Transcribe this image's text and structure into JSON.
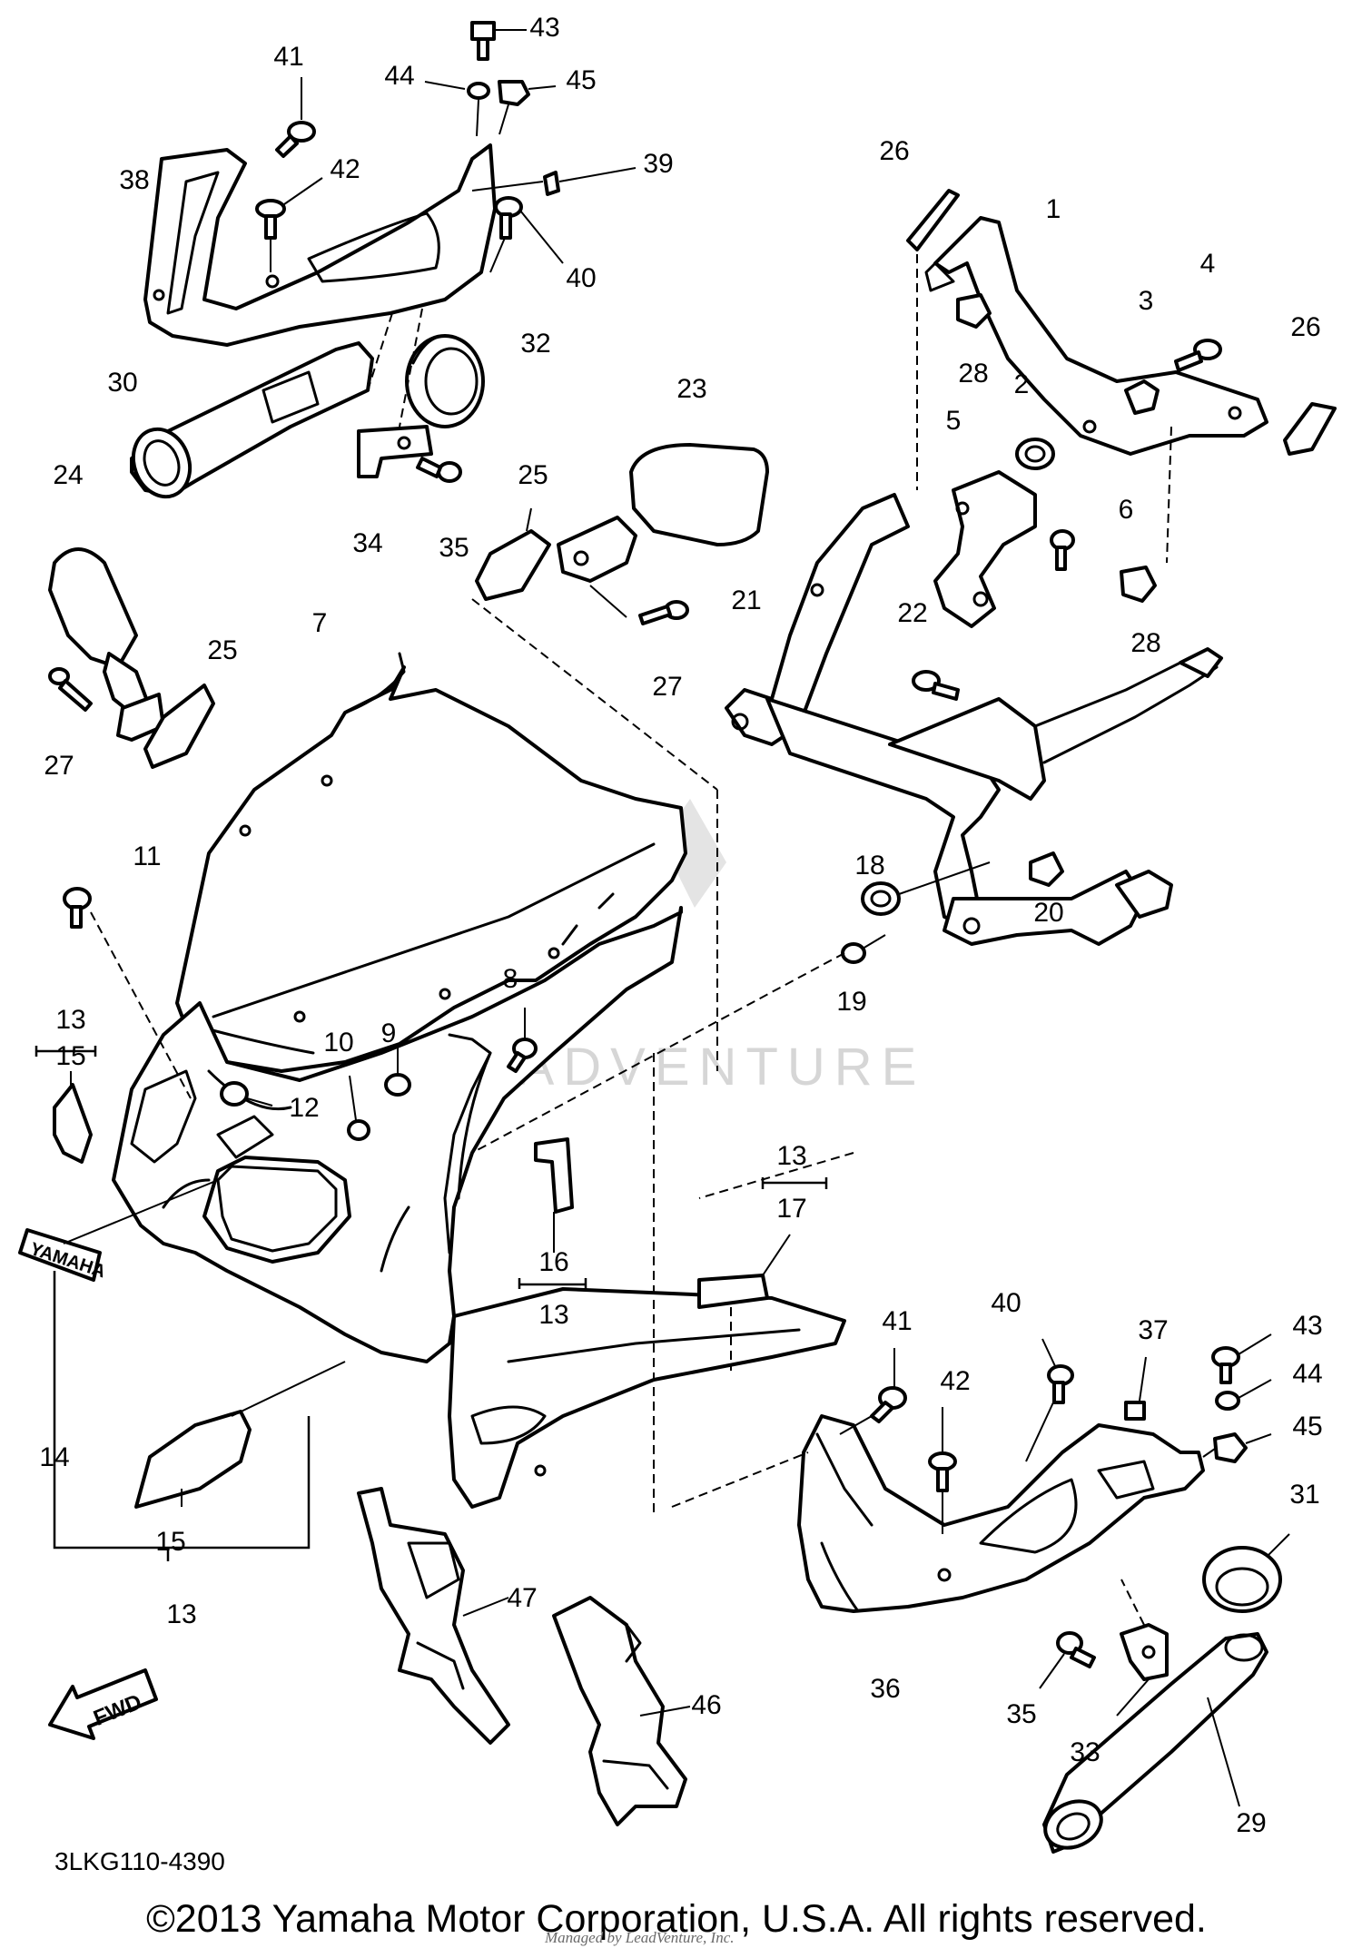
{
  "diagram": {
    "id_code": "3LKG110-4390",
    "copyright": "©2013 Yamaha Motor Corporation, U.S.A. All rights reserved.",
    "watermark": "LEADVENTURE",
    "watermark_small": "Managed by LeadVenture, Inc.",
    "decal_text": "YAMAHA",
    "fwd_label": "FWD"
  },
  "callouts": [
    {
      "id": "c43a",
      "label": "43"
    },
    {
      "id": "c44a",
      "label": "44"
    },
    {
      "id": "c45a",
      "label": "45"
    },
    {
      "id": "c41a",
      "label": "41"
    },
    {
      "id": "c42a",
      "label": "42"
    },
    {
      "id": "c38",
      "label": "38"
    },
    {
      "id": "c39",
      "label": "39"
    },
    {
      "id": "c40a",
      "label": "40"
    },
    {
      "id": "c26a",
      "label": "26"
    },
    {
      "id": "c1",
      "label": "1"
    },
    {
      "id": "c4",
      "label": "4"
    },
    {
      "id": "c3",
      "label": "3"
    },
    {
      "id": "c26b",
      "label": "26"
    },
    {
      "id": "c28a",
      "label": "28"
    },
    {
      "id": "c2",
      "label": "2"
    },
    {
      "id": "c32",
      "label": "32"
    },
    {
      "id": "c30",
      "label": "30"
    },
    {
      "id": "c23",
      "label": "23"
    },
    {
      "id": "c5",
      "label": "5"
    },
    {
      "id": "c6",
      "label": "6"
    },
    {
      "id": "c24",
      "label": "24"
    },
    {
      "id": "c25a",
      "label": "25"
    },
    {
      "id": "c34",
      "label": "34"
    },
    {
      "id": "c35a",
      "label": "35"
    },
    {
      "id": "c28b",
      "label": "28"
    },
    {
      "id": "c21",
      "label": "21"
    },
    {
      "id": "c22",
      "label": "22"
    },
    {
      "id": "c27a",
      "label": "27"
    },
    {
      "id": "c7",
      "label": "7"
    },
    {
      "id": "c25b",
      "label": "25"
    },
    {
      "id": "c27b",
      "label": "27"
    },
    {
      "id": "c11",
      "label": "11"
    },
    {
      "id": "c18",
      "label": "18"
    },
    {
      "id": "c20",
      "label": "20"
    },
    {
      "id": "c8",
      "label": "8"
    },
    {
      "id": "c13a",
      "label": "13"
    },
    {
      "id": "c15a",
      "label": "15"
    },
    {
      "id": "c9",
      "label": "9"
    },
    {
      "id": "c10",
      "label": "10"
    },
    {
      "id": "c19",
      "label": "19"
    },
    {
      "id": "c12",
      "label": "12"
    },
    {
      "id": "c13b",
      "label": "13"
    },
    {
      "id": "c17",
      "label": "17"
    },
    {
      "id": "c16",
      "label": "16"
    },
    {
      "id": "c13c",
      "label": "13"
    },
    {
      "id": "c41b",
      "label": "41"
    },
    {
      "id": "c40b",
      "label": "40"
    },
    {
      "id": "c37",
      "label": "37"
    },
    {
      "id": "c43b",
      "label": "43"
    },
    {
      "id": "c42b",
      "label": "42"
    },
    {
      "id": "c44b",
      "label": "44"
    },
    {
      "id": "c45b",
      "label": "45"
    },
    {
      "id": "c14",
      "label": "14"
    },
    {
      "id": "c31",
      "label": "31"
    },
    {
      "id": "c15b",
      "label": "15"
    },
    {
      "id": "c47",
      "label": "47"
    },
    {
      "id": "c13d",
      "label": "13"
    },
    {
      "id": "c46",
      "label": "46"
    },
    {
      "id": "c36",
      "label": "36"
    },
    {
      "id": "c35b",
      "label": "35"
    },
    {
      "id": "c33",
      "label": "33"
    },
    {
      "id": "c29",
      "label": "29"
    }
  ]
}
